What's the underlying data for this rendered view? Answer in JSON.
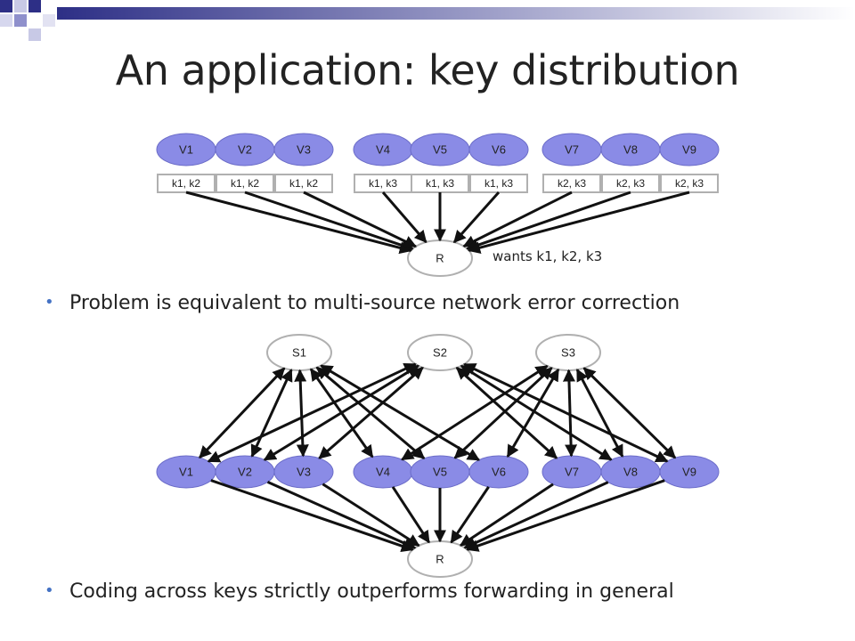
{
  "slide": {
    "title": "An application: key distribution",
    "bullets": [
      "Problem is equivalent to multi-source network error correction",
      "Coding across keys strictly outperforms forwarding in general"
    ]
  },
  "diagram_top": {
    "nodes": [
      "V1",
      "V2",
      "V3",
      "V4",
      "V5",
      "V6",
      "V7",
      "V8",
      "V9"
    ],
    "keys": [
      "k1, k2",
      "k1, k2",
      "k1, k2",
      "k1, k3",
      "k1, k3",
      "k1, k3",
      "k2, k3",
      "k2, k3",
      "k2, k3"
    ],
    "receiver": "R",
    "note": "wants k1, k2, k3"
  },
  "diagram_bottom": {
    "sources": [
      "S1",
      "S2",
      "S3"
    ],
    "nodes": [
      "V1",
      "V2",
      "V3",
      "V4",
      "V5",
      "V6",
      "V7",
      "V8",
      "V9"
    ],
    "receiver": "R",
    "source_targets": [
      [
        0,
        1,
        2,
        3,
        4,
        5
      ],
      [
        0,
        1,
        2,
        6,
        7,
        8
      ],
      [
        3,
        4,
        5,
        6,
        7,
        8
      ]
    ]
  },
  "colors": {
    "node_fill": "#8a8be6",
    "node_stroke": "#6b6cc8",
    "gray_stroke": "#b0b0b0",
    "arrow": "#111111",
    "accent_dark": "#2d2f86"
  }
}
